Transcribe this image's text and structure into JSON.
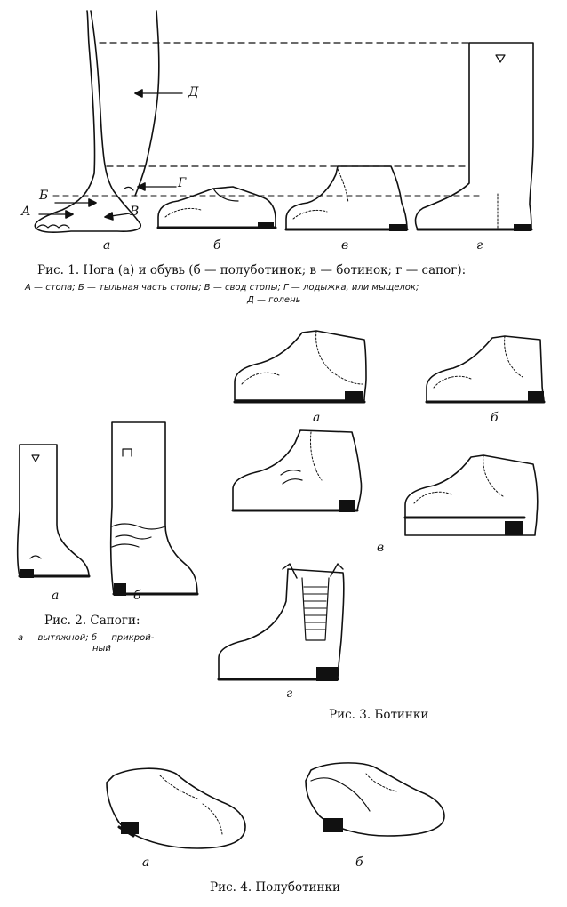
{
  "fig1": {
    "caption": "Рис. 1. Нога (а) и обувь (б — полуботинок; в — ботинок; г — сапог):",
    "legend_line1": "А — стопа; Б — тыльная часть стопы; В — свод стопы; Г — лодыжка, или мыщелок;",
    "legend_line2": "Д — голень",
    "part_labels": {
      "a": "А",
      "b": "Б",
      "v": "В",
      "g": "Г",
      "d": "Д"
    },
    "panel_labels": [
      "а",
      "б",
      "в",
      "г"
    ]
  },
  "fig2": {
    "caption": "Рис. 2. Сапоги:",
    "legend_line1": "а — вытяжной; б — прикрой-",
    "legend_line2": "ный",
    "panel_labels": [
      "а",
      "б"
    ]
  },
  "fig3": {
    "caption": "Рис. 3. Ботинки",
    "panel_labels": [
      "а",
      "б",
      "в",
      "г"
    ]
  },
  "fig4": {
    "caption": "Рис. 4. Полуботинки",
    "panel_labels": [
      "а",
      "б"
    ]
  }
}
